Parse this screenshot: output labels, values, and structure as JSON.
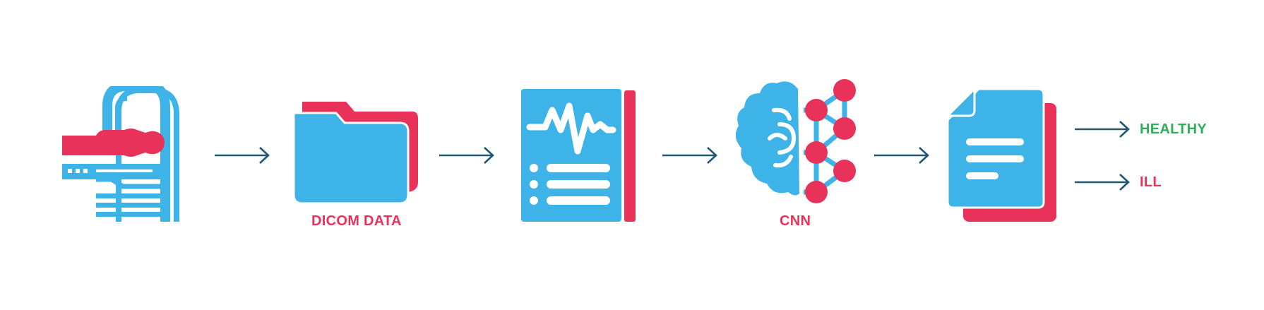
{
  "colors": {
    "blue": "#3db3e8",
    "red": "#e8325a",
    "arrow": "#1f5876",
    "healthy": "#2eae5a",
    "ill": "#e8325a"
  },
  "steps": [
    {
      "id": "scanner",
      "icon": "mri-scanner-icon",
      "label": ""
    },
    {
      "id": "dicom",
      "icon": "folder-icon",
      "label": "DICOM DATA"
    },
    {
      "id": "report",
      "icon": "medical-report-icon",
      "label": ""
    },
    {
      "id": "cnn",
      "icon": "brain-network-icon",
      "label": "CNN"
    },
    {
      "id": "document",
      "icon": "document-icon",
      "label": ""
    }
  ],
  "outputs": {
    "healthy": "HEALTHY",
    "ill": "ILL"
  }
}
